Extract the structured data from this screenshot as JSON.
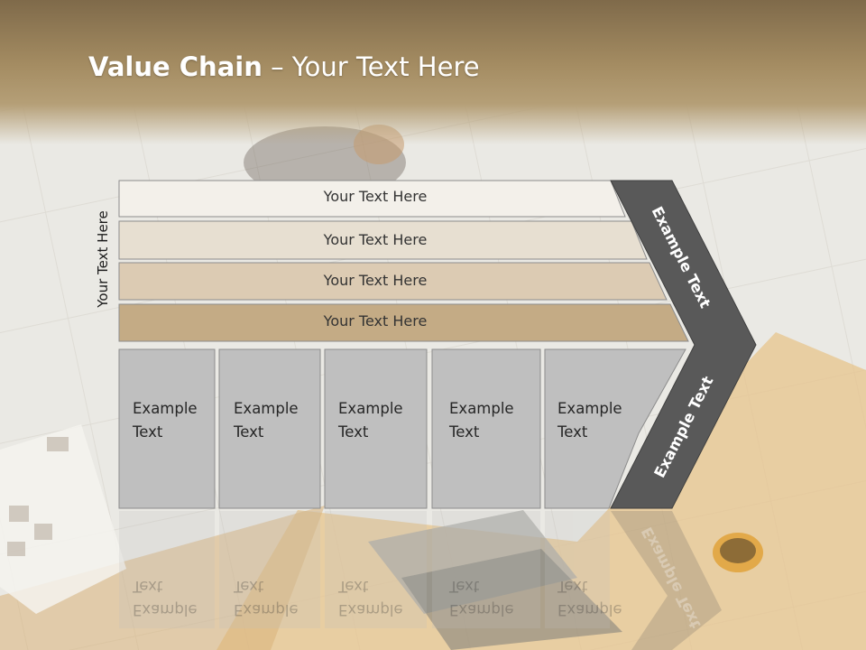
{
  "slide": {
    "title_bold": "Value Chain",
    "title_rest": " – Your Text Here"
  },
  "left_label": "Your Text Here",
  "rows": [
    {
      "label": "Your Text Here",
      "fill": "#f3f0ea"
    },
    {
      "label": "Your Text Here",
      "fill": "#e7dfd1"
    },
    {
      "label": "Your Text Here",
      "fill": "#dccbb3"
    },
    {
      "label": "Your Text Here",
      "fill": "#c4ab85"
    }
  ],
  "columns": [
    {
      "line1": "Example",
      "line2": "Text"
    },
    {
      "line1": "Example",
      "line2": "Text"
    },
    {
      "line1": "Example",
      "line2": "Text"
    },
    {
      "line1": "Example",
      "line2": "Text"
    },
    {
      "line1": "Example",
      "line2": "Text"
    }
  ],
  "chevron": {
    "upper_label": "Example Text",
    "lower_label": "Example Text",
    "fill": "#595959"
  },
  "colors": {
    "column_fill": "#bfbfbf",
    "column_stroke": "#8c8c8c"
  }
}
